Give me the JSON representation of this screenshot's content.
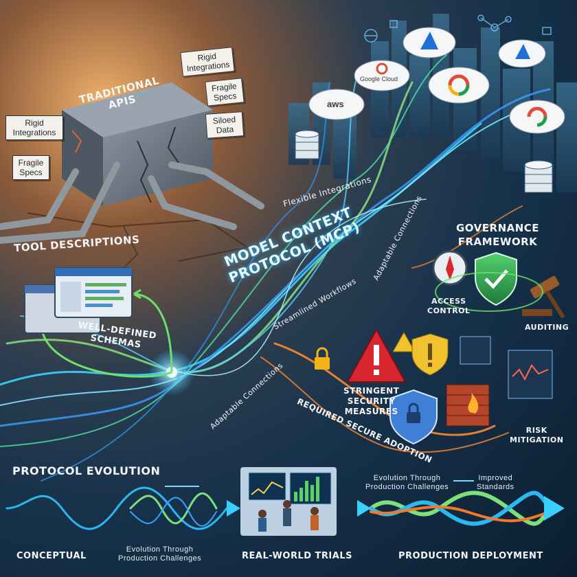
{
  "legacy": {
    "box_title_1": "TRADITIONAL",
    "box_title_2": "APIs",
    "tags": [
      "Rigid Integrations",
      "Fragile Specs",
      "Siloed Data",
      "Rigid Integrations",
      "Fragile Specs"
    ]
  },
  "clouds": {
    "aws": "aws",
    "google": "Google Cloud"
  },
  "center": {
    "title_1": "MODEL CONTEXT",
    "title_2": "PROTOCOL (MCP)",
    "flow_labels": {
      "flexible": "Flexible Integrations",
      "streamlined": "Streamlined Workflows",
      "adaptable_top": "Adaptable Connections",
      "adaptable_bottom": "Adaptable Connections",
      "secure": "REQUIRED SECURE ADOPTION"
    }
  },
  "tools": {
    "heading": "TOOL DESCRIPTIONS",
    "schemas_1": "WELL-DEFINED",
    "schemas_2": "SCHEMAS"
  },
  "governance": {
    "heading_1": "GOVERNANCE",
    "heading_2": "FRAMEWORK",
    "access_1": "ACCESS",
    "access_2": "CONTROL",
    "auditing": "AUDITING"
  },
  "security": {
    "measures_1": "STRINGENT",
    "measures_2": "SECURITY",
    "measures_3": "MEASURES",
    "risk_1": "RISK",
    "risk_2": "MITIGATION"
  },
  "evolution": {
    "heading": "PROTOCOL EVOLUTION",
    "stage_conceptual": "CONCEPTUAL",
    "note_1a": "Evolution Through",
    "note_1b": "Production Challenges",
    "stage_trials": "REAL-WORLD TRIALS",
    "note_2a": "Evolution Through",
    "note_2b": "Production Challenges",
    "note_3a": "Improved",
    "note_3b": "Standards",
    "stage_production": "PRODUCTION DEPLOYMENT"
  },
  "colors": {
    "flow_blue": "#5fd3ff",
    "flow_green": "#7ee07a",
    "flow_orange": "#ff8a2a",
    "shield_green": "#2fa84f",
    "alert_red": "#d7262e",
    "warning_yellow": "#f2c12e"
  }
}
